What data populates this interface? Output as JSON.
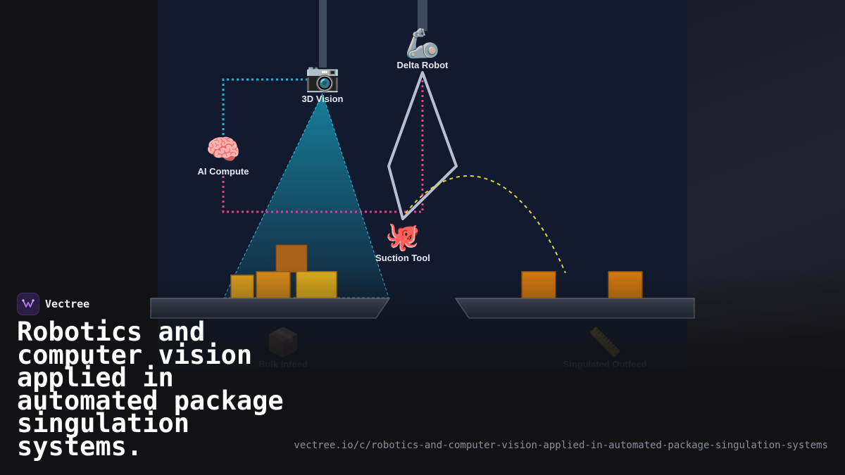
{
  "diagram": {
    "nodes": {
      "vision": {
        "icon": "📷",
        "icon_name": "camera-icon",
        "label": "3D Vision"
      },
      "robot": {
        "icon": "🦾",
        "icon_name": "robotic-arm-icon",
        "label": "Delta Robot"
      },
      "compute": {
        "icon": "🧠",
        "icon_name": "brain-icon",
        "label": "AI Compute"
      },
      "suction": {
        "icon": "🐙",
        "icon_name": "octopus-icon",
        "label": "Suction Tool"
      },
      "infeed": {
        "icon": "📦",
        "icon_name": "package-icon",
        "label": "Bulk Infeed"
      },
      "outfeed": {
        "icon": "📏",
        "icon_name": "ruler-icon",
        "label": "Singulated Outfeed"
      }
    },
    "colors": {
      "vision_link": "#19b4d6",
      "control_link": "#e23c96",
      "pick_path": "#e8d23a",
      "vision_cone": "#1aa9c9",
      "conveyor": "#3a4354",
      "package_gold": "#e0a21e",
      "package_orange": "#d97c10",
      "package_brown": "#a8621c"
    }
  },
  "brand": {
    "name": "Vectree",
    "logo_name": "vectree-logo-icon"
  },
  "headline": "Robotics and computer vision applied in automated package singulation systems.",
  "url": "vectree.io/c/robotics-and-computer-vision-applied-in-automated-package-singulation-systems"
}
